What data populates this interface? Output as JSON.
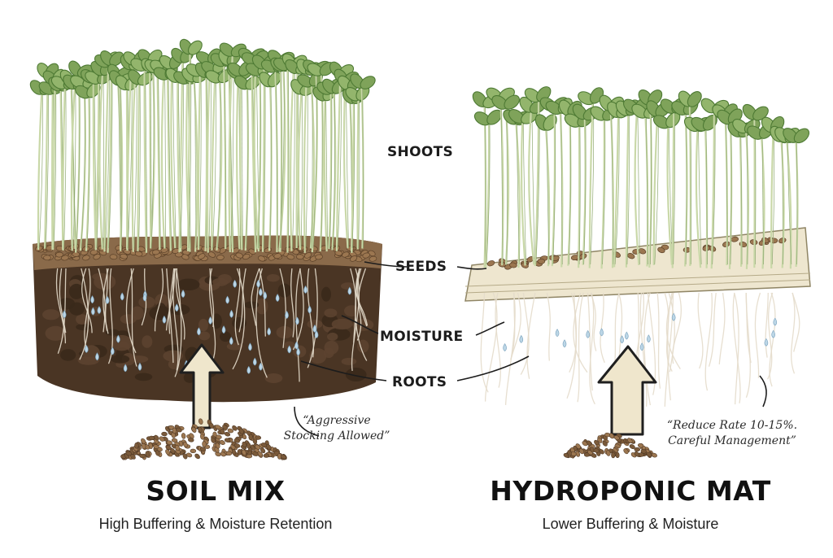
{
  "labels": {
    "shoots": "SHOOTS",
    "seeds": "SEEDS",
    "moisture": "MOISTURE",
    "roots": "ROOTS"
  },
  "panels": {
    "soil": {
      "title": "SOIL MIX",
      "subtitle": "High Buffering & Moisture Retention",
      "note": "“Aggressive\nStocking Allowed”"
    },
    "hydro": {
      "title": "HYDROPONIC MAT",
      "subtitle": "Lower Buffering & Moisture",
      "note": "“Reduce Rate 10-15%.\nCareful Management”"
    }
  },
  "colors": {
    "leaf": "#7fa35a",
    "leaf_dark": "#4e7a34",
    "stem": "#c9d8a8",
    "soil": "#4a3524",
    "soil_light": "#8a6a4a",
    "seed": "#9b7650",
    "mat": "#eee6cf",
    "water": "#bcd6e6",
    "arrow": "#efe6cc"
  }
}
